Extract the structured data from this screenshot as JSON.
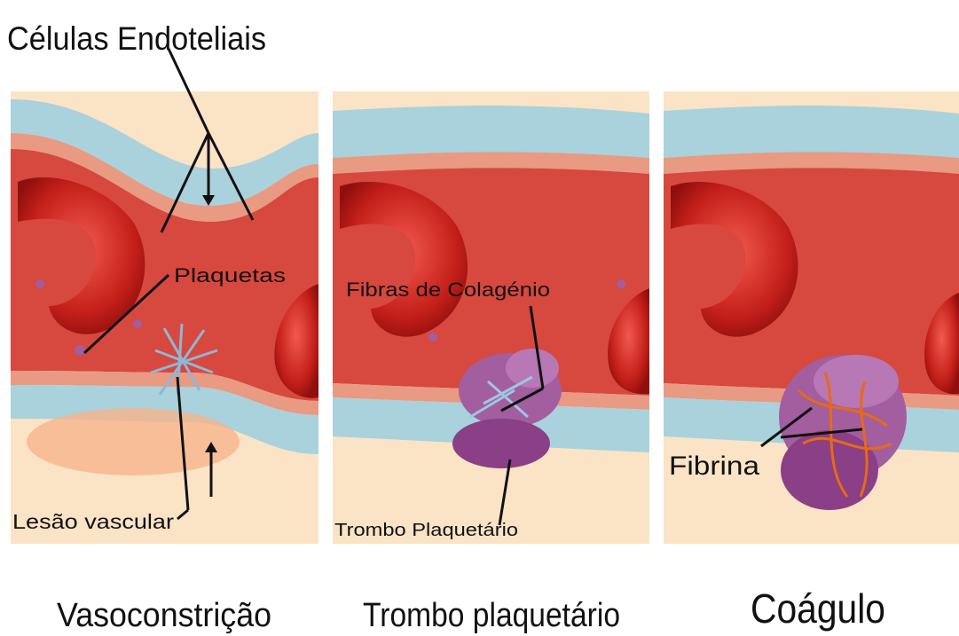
{
  "labels": {
    "endothelial_cells": "Células Endoteliais",
    "platelets": "Plaquetas",
    "vascular_injury": "Lesão vascular",
    "collagen_fibers": "Fibras de Colagénio",
    "platelet_plug_label": "Trombo Plaquetário",
    "fibrin": "Fibrina"
  },
  "panels": [
    {
      "title": "Vasoconstrição"
    },
    {
      "title": "Trombo plaquetário"
    },
    {
      "title": "Coágulo"
    }
  ],
  "colors": {
    "background": "#fbe3c6",
    "vessel_outer": "#a9d2dc",
    "vessel_inner": "#e89a82",
    "lumen": "#d7483e",
    "red_cell": "#c41f1a",
    "platelet": "#a25e9e",
    "fibrin": "#e86a14"
  }
}
